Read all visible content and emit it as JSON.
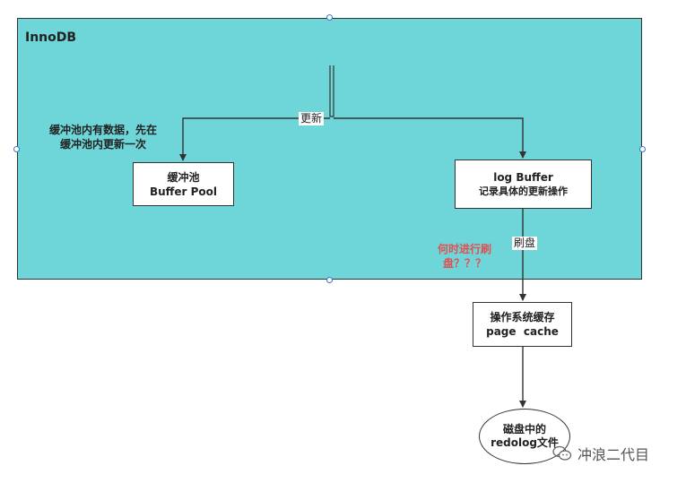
{
  "container": {
    "label": "InnoDB"
  },
  "nodes": {
    "buffer_pool": {
      "line1": "缓冲池",
      "line2": "Buffer Pool"
    },
    "log_buffer": {
      "line1": "log Buffer",
      "line2": "记录具体的更新操作"
    },
    "page_cache": {
      "line1": "操作系统缓存",
      "line2": "page  cache"
    },
    "redolog": {
      "line1": "磁盘中的",
      "line2": "redolog文件"
    }
  },
  "edge_labels": {
    "update": "更新",
    "flush": "刷盘"
  },
  "notes": {
    "buffer_note_line1": "缓冲池内有数据，先在",
    "buffer_note_line2": "缓冲池内更新一次",
    "question_line1": "何时进行刷",
    "question_line2": "盘？？？"
  },
  "watermark": {
    "text": "冲浪二代目",
    "icon": "wechat-icon"
  },
  "colors": {
    "container_fill": "#6ed6d8",
    "question_text": "#e05050"
  }
}
